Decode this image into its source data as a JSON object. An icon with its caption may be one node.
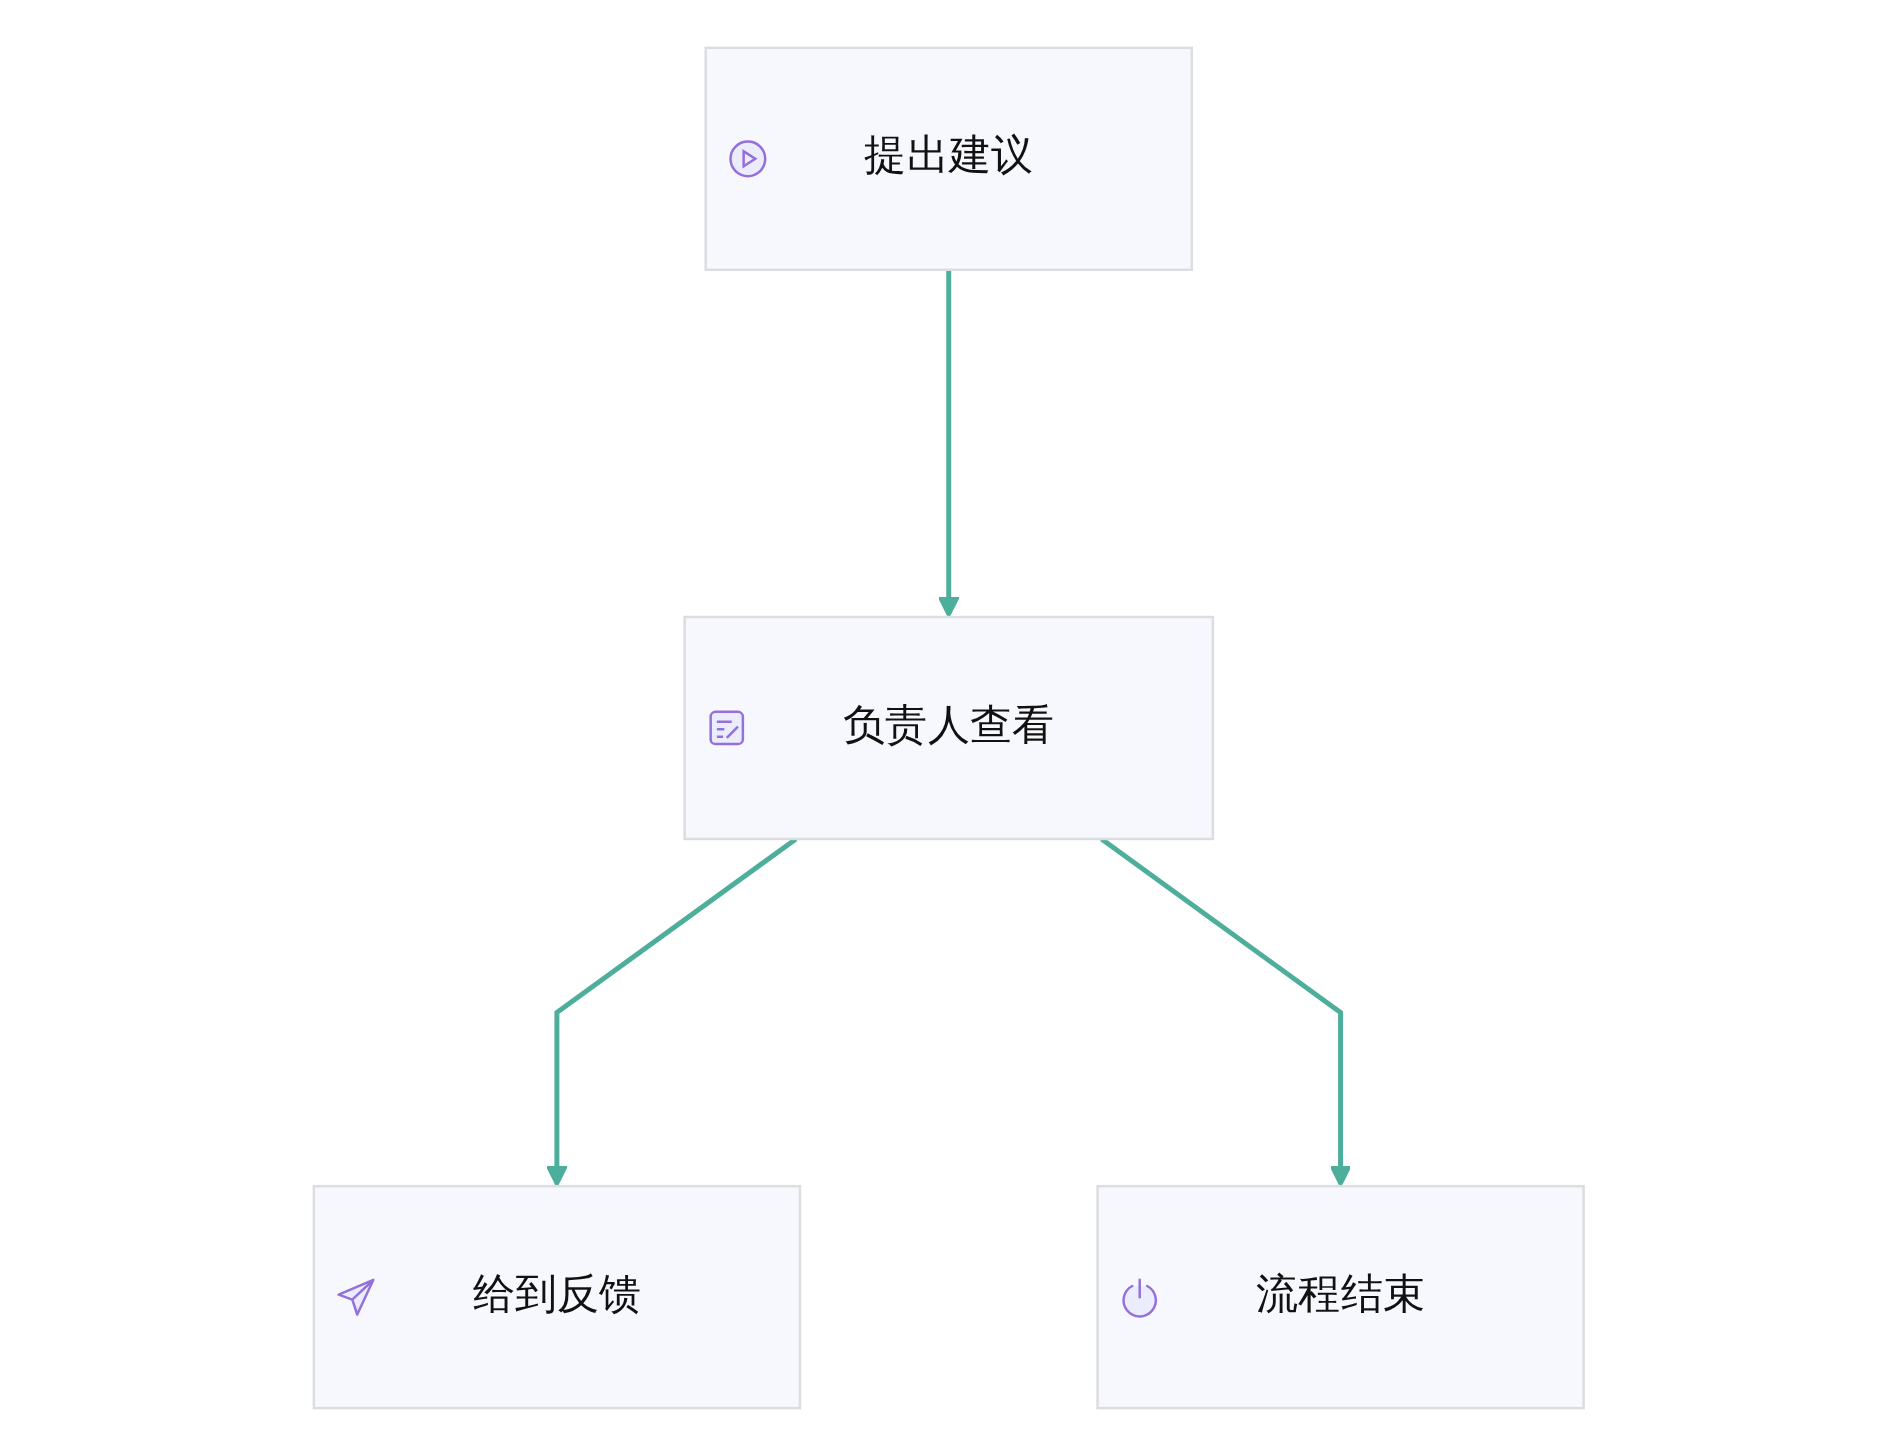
{
  "diagram": {
    "nodes": [
      {
        "text": [
          "提出建议"
        ]
      },
      {
        "text": [
          "负责人查看"
        ]
      },
      {
        "text": [
          "给到反馈"
        ]
      },
      {
        "text": [
          "流程结束"
        ]
      }
    ],
    "edges": [
      {
        "from": 0,
        "to": 1,
        "arrow": "to"
      },
      {
        "from": 1,
        "to": 2,
        "arrow": "to"
      },
      {
        "from": 1,
        "to": 3,
        "arrow": "to"
      }
    ]
  }
}
